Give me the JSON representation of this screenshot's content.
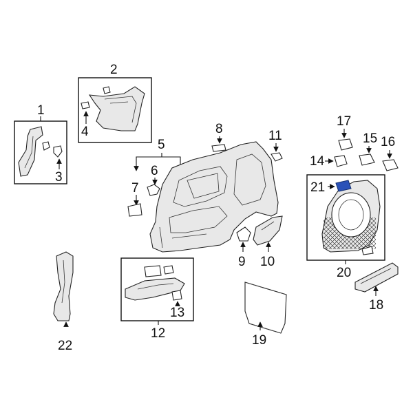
{
  "callouts": {
    "c1": "1",
    "c2": "2",
    "c3": "3",
    "c4": "4",
    "c5": "5",
    "c6": "6",
    "c7": "7",
    "c8": "8",
    "c9": "9",
    "c10": "10",
    "c11": "11",
    "c12": "12",
    "c13": "13",
    "c14": "14",
    "c15": "15",
    "c16": "16",
    "c17": "17",
    "c18": "18",
    "c19": "19",
    "c20": "20",
    "c21": "21",
    "c22": "22"
  },
  "colors": {
    "highlight_part": "#2a52b8",
    "line": "#111111",
    "background": "#ffffff"
  }
}
